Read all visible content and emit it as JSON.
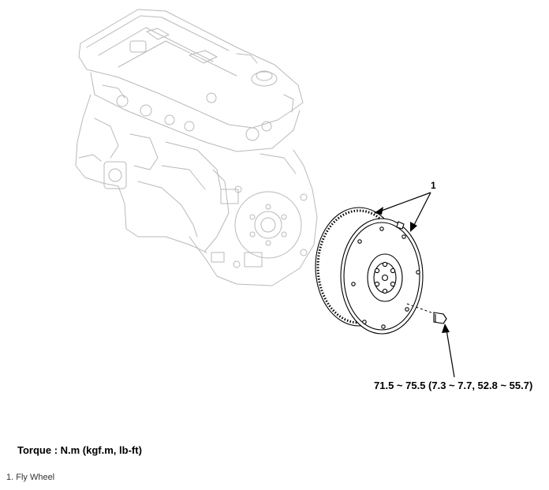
{
  "callout_number": "1",
  "torque_value": "71.5 ~ 75.5 (7.3 ~ 7.7, 52.8 ~ 55.7)",
  "torque_label": "Torque : N.m (kgf.m, lb-ft)",
  "legend": [
    "1. Fly Wheel"
  ],
  "colors": {
    "engine_outline": "#b9b9b9",
    "part_outline": "#000000"
  }
}
